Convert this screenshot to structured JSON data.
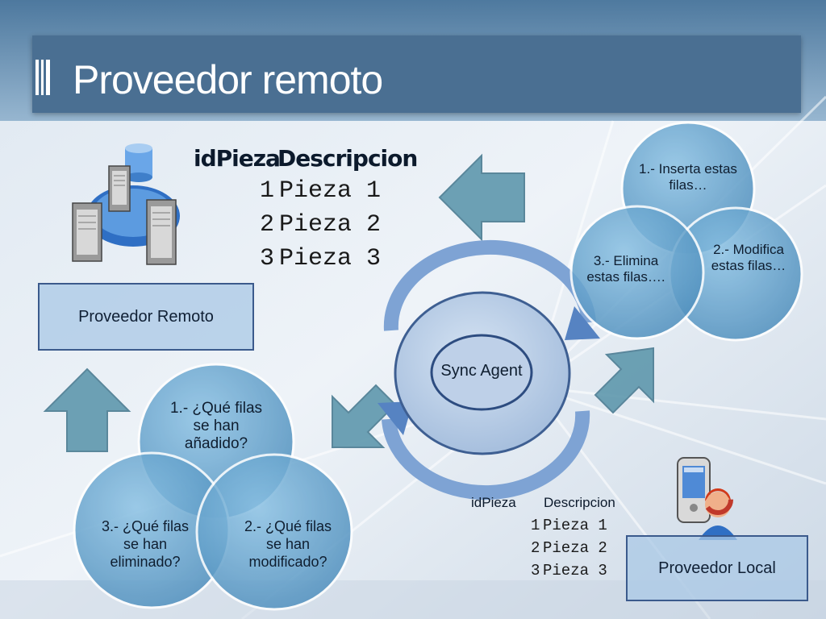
{
  "slide": {
    "title": "Proveedor remoto"
  },
  "remote": {
    "box_label": "Proveedor Remoto",
    "table": {
      "headers": [
        "idPieza",
        "Descripcion"
      ],
      "rows": [
        {
          "id": "1",
          "desc": "Pieza 1"
        },
        {
          "id": "2",
          "desc": "Pieza 2"
        },
        {
          "id": "3",
          "desc": "Pieza 3"
        }
      ]
    }
  },
  "local": {
    "box_label": "Proveedor Local",
    "table": {
      "headers": [
        "idPieza",
        "Descripcion"
      ],
      "rows": [
        {
          "id": "1",
          "desc": "Pieza 1"
        },
        {
          "id": "2",
          "desc": "Pieza 2"
        },
        {
          "id": "3",
          "desc": "Pieza 3"
        }
      ]
    }
  },
  "sync_agent": {
    "label": "Sync Agent"
  },
  "questions_venn": {
    "top": "1.- ¿Qué filas se han añadido?",
    "bottom_left": "3.- ¿Qué filas se han eliminado?",
    "bottom_right": "2.- ¿Qué filas se han modificado?"
  },
  "actions_venn": {
    "top": "1.- Inserta estas filas…",
    "left": "3.- Elimina estas filas….",
    "right": "2.- Modifica estas filas…"
  },
  "icons": {
    "server": "server-cluster-icon",
    "database": "database-icon",
    "device_user": "pda-user-icon"
  },
  "colors": {
    "title_bar": "#4a6f92",
    "venn_fill": "#5b9bc7",
    "arrow_fill": "#5f98ad",
    "box_border": "#3b5a8c"
  }
}
